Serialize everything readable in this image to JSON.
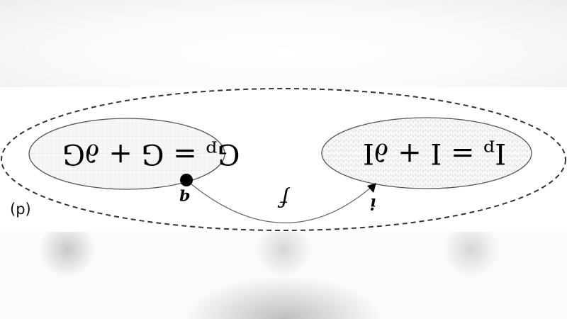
{
  "figure": {
    "orientation": "rotated-180",
    "panel_label": "(p)",
    "panel_label_upright": "(b)",
    "colors": {
      "background_band": "#ffffff",
      "ellipse_fill": "#f3f3f3",
      "ellipse_stroke": "#555555",
      "outer_dashed_stroke": "#333333",
      "arrow_stroke": "#555555",
      "text": "#000000"
    },
    "outer_region": {
      "style": "dashed-ellipse"
    },
    "left_set": {
      "equation": "Gₚ = G + ∂G",
      "fill_pattern": "grid"
    },
    "right_set": {
      "equation": "Iₚ = I + ∂I",
      "fill_pattern": "dots"
    },
    "mapping": {
      "label": "f",
      "source_point": "q",
      "target_point": "i",
      "source_marker": "filled-circle",
      "target_marker": "arrowhead"
    }
  }
}
